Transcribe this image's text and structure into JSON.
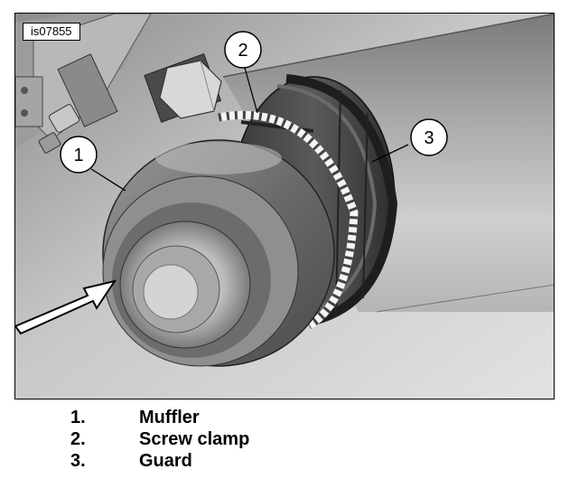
{
  "figure": {
    "id_label": "is07855",
    "callouts": [
      {
        "number": "1"
      },
      {
        "number": "2"
      },
      {
        "number": "3"
      }
    ]
  },
  "legend": [
    {
      "number": "1.",
      "label": "Muffler"
    },
    {
      "number": "2.",
      "label": "Screw clamp"
    },
    {
      "number": "3.",
      "label": "Guard"
    }
  ]
}
